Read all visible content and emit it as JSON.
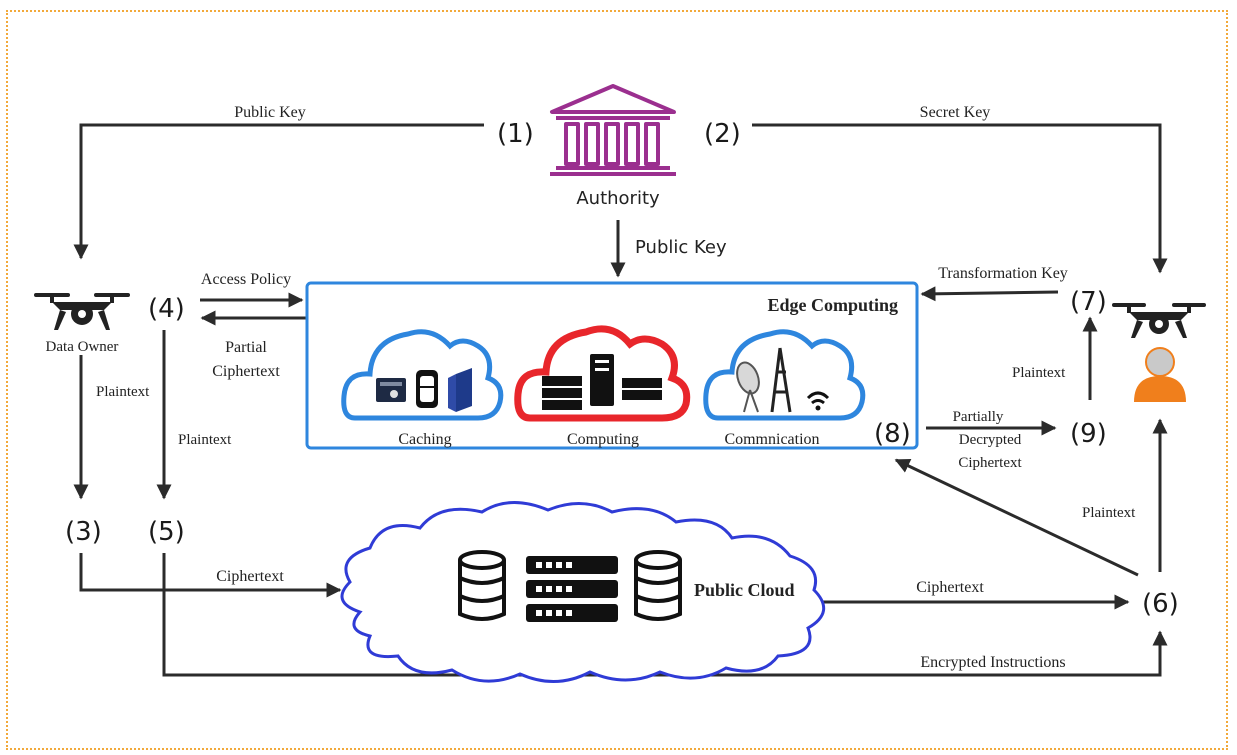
{
  "authority": {
    "label": "Authority"
  },
  "steps": {
    "s1": "(1)",
    "s2": "(2)",
    "s3": "(3)",
    "s4": "(4)",
    "s5": "(5)",
    "s6": "(6)",
    "s7": "(7)",
    "s8": "(8)",
    "s9": "(9)"
  },
  "edges": {
    "public_key_left": "Public Key",
    "secret_key": "Secret Key",
    "public_key_center": "Public Key",
    "access_policy": "Access Policy",
    "partial_ciphertext": [
      "Partial",
      "Ciphertext"
    ],
    "plaintext_owner": "Plaintext",
    "plaintext_4": "Plaintext",
    "transformation_key": "Transformation Key",
    "plaintext_user": "Plaintext",
    "partially_decrypted": [
      "Partially",
      "Decrypted",
      "Ciphertext"
    ],
    "plaintext_6": "Plaintext",
    "ciphertext_left": "Ciphertext",
    "ciphertext_right": "Ciphertext",
    "encrypted_instructions": "Encrypted Instructions"
  },
  "actors": {
    "data_owner": "Data Owner"
  },
  "edge_computing": {
    "title": "Edge Computing",
    "clouds": [
      "Caching",
      "Computing",
      "Commnication"
    ]
  },
  "public_cloud": {
    "title": "Public Cloud"
  },
  "colors": {
    "authority": "#9b2f8f",
    "edge_border": "#2e86de",
    "blue_cloud": "#2e86de",
    "red_cloud": "#e8262b",
    "public_cloud": "#2f3bd6",
    "frame": "#f2a93b",
    "user": "#f07f1c"
  }
}
